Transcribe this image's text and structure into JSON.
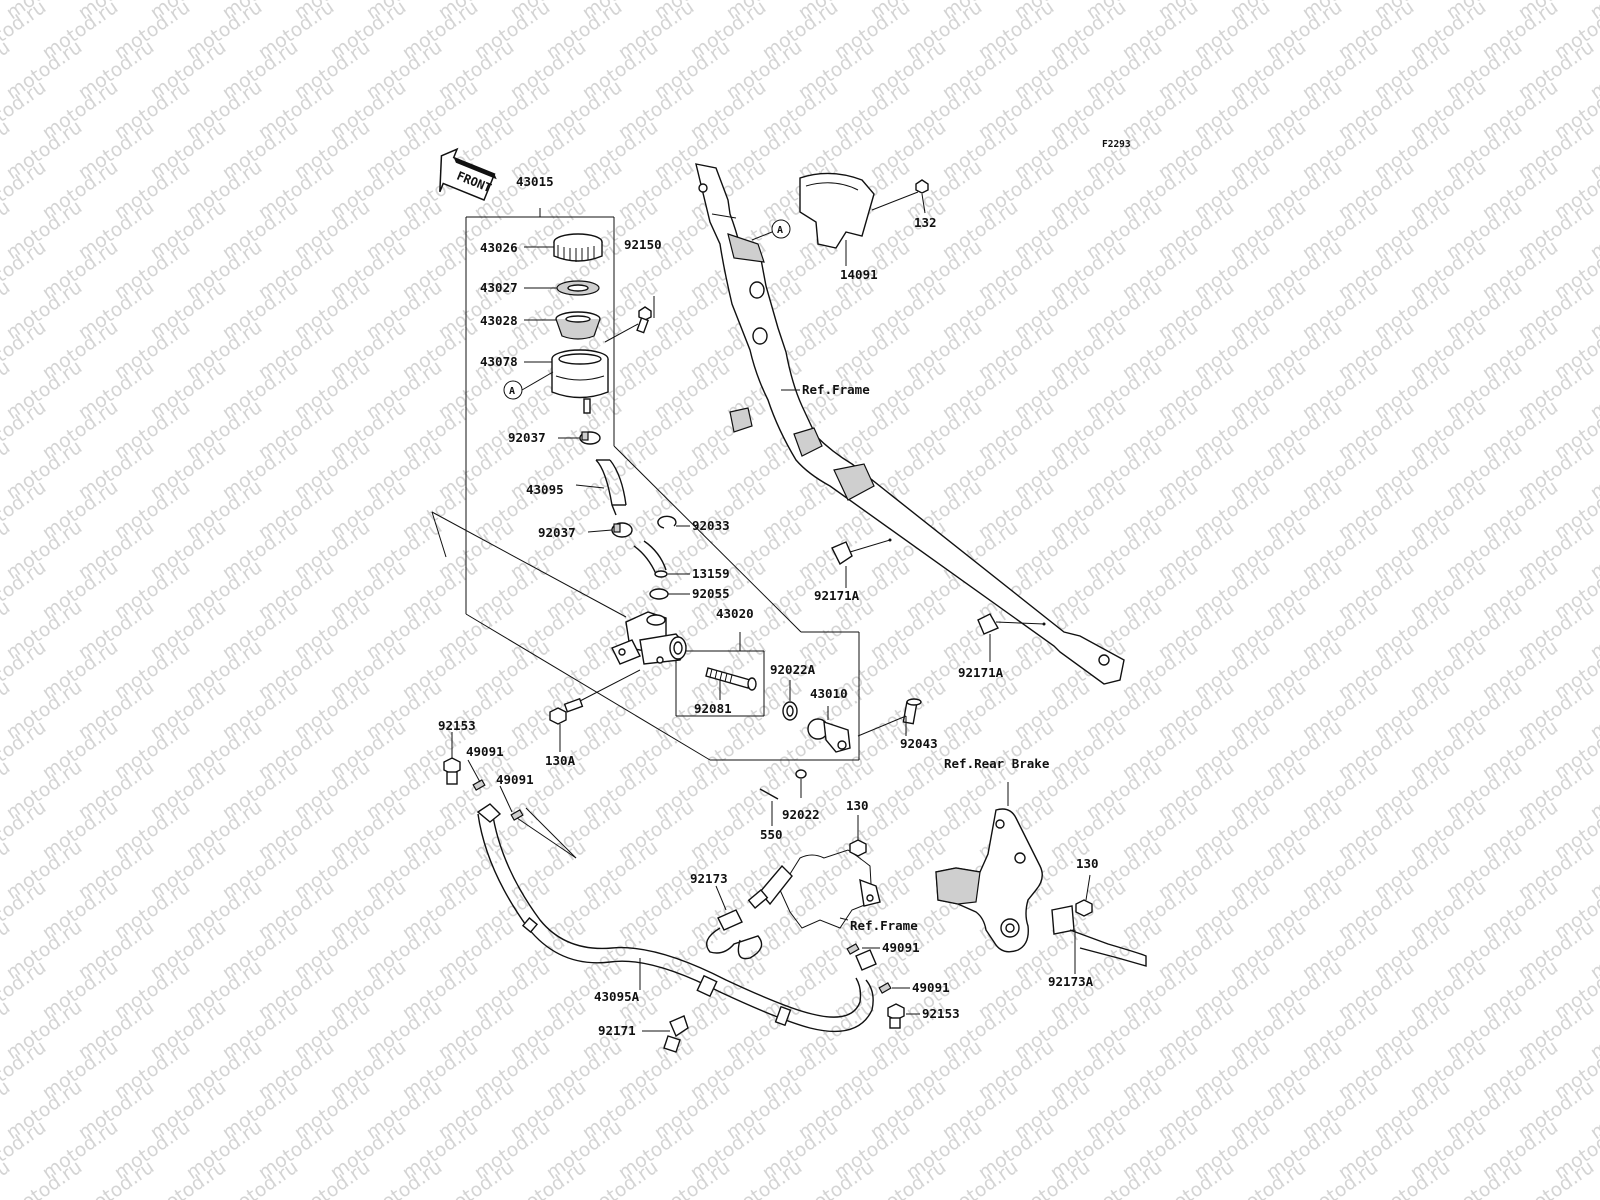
{
  "diagram": {
    "figure_code": "F2293",
    "front_arrow_label": "FRONT",
    "watermark_text": "motod.ru",
    "reference_mark": "A",
    "references": {
      "frame_top": "Ref.Frame",
      "rear_brake": "Ref.Rear Brake",
      "frame_bottom": "Ref.Frame"
    },
    "parts": [
      "43015",
      "43026",
      "43027",
      "92150",
      "43028",
      "43078",
      "92037",
      "43095",
      "92037",
      "92033",
      "13159",
      "92055",
      "43020",
      "92022A",
      "92081",
      "43010",
      "92043",
      "130A",
      "92153",
      "49091",
      "49091",
      "92022",
      "550",
      "130",
      "92173",
      "49091",
      "49091",
      "92153",
      "43095A",
      "92171",
      "92173A",
      "130",
      "92171A",
      "92171A",
      "14091",
      "132"
    ]
  }
}
